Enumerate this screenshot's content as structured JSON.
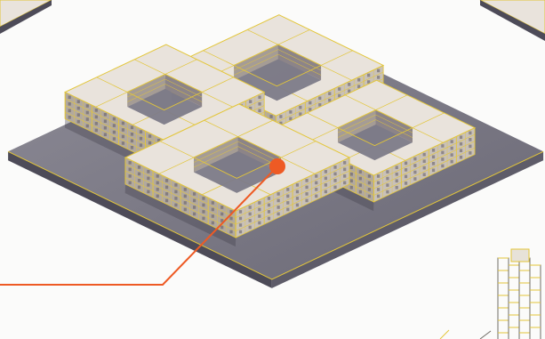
{
  "scene": {
    "description_kind": "isometric-architecture",
    "blocks": [
      {
        "id": "north",
        "kind": "courtyard-block"
      },
      {
        "id": "west",
        "kind": "courtyard-block"
      },
      {
        "id": "east",
        "kind": "courtyard-block"
      },
      {
        "id": "south",
        "kind": "courtyard-block"
      }
    ],
    "callout": {
      "kind": "leader-line",
      "highlight_block": "south"
    }
  },
  "colors": {
    "background": "#fbfbfa",
    "roof": "#e9e3dc",
    "wall_left": "#b2a99f",
    "wall_right": "#c9c1b8",
    "inner_dark": "#5c5863",
    "edge_yellow": "#e3c63a",
    "base_top": "#7d7b88",
    "base_side": "#4d4b58",
    "accent": "#ee5a24",
    "scaffold": "#6f6c66"
  }
}
